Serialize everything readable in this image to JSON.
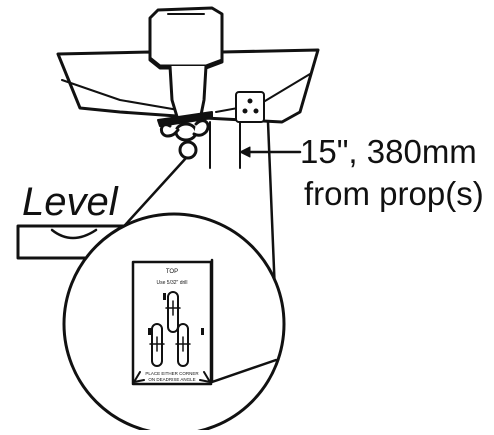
{
  "labels": {
    "level": "Level",
    "distance_line1": "15\", 380mm",
    "distance_line2": "from prop(s)"
  },
  "template": {
    "top": "TOP",
    "drill": "Use 5/32\" drill",
    "corner_line1": "PLACE EITHER CORNER",
    "corner_line2": "ON DEADRISE ANGLE"
  },
  "colors": {
    "ink": "#111111",
    "paper": "#ffffff"
  }
}
